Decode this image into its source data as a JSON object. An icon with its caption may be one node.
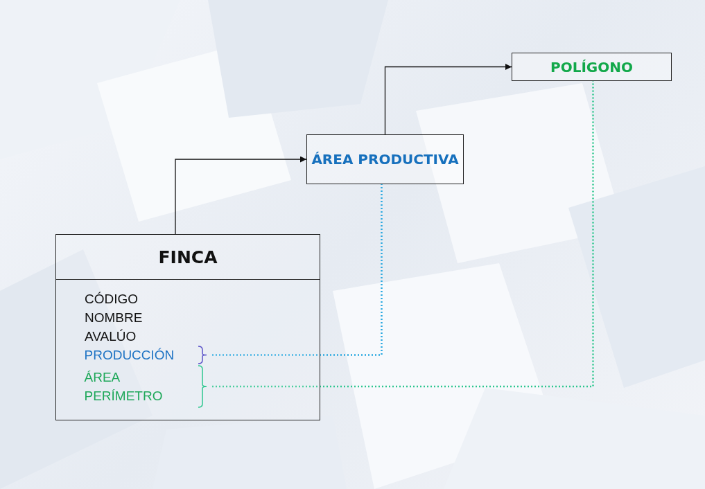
{
  "diagram": {
    "nodes": [
      {
        "text": [
          "FINCA",
          "CÓDIGO",
          "NOMBRE",
          "AVALÚO"
        ]
      },
      {
        "text": [
          "PRODUCCIÓN"
        ],
        "in": 0
      },
      {
        "text": [
          "ÁREA",
          "PERÍMETRO"
        ],
        "in": 0
      },
      {
        "text": [
          "ÁREA PRODUCTIVA"
        ]
      },
      {
        "text": [
          "POLÍGONO"
        ]
      }
    ],
    "edges": [
      {
        "from": 0,
        "to": 3,
        "arrow": "to"
      },
      {
        "from": 3,
        "to": 4,
        "arrow": "to"
      },
      {
        "from": 1,
        "to": 3,
        "arrow": "none",
        "style": "dashed",
        "color": "#29a8e0"
      },
      {
        "from": 2,
        "to": 4,
        "arrow": "none",
        "style": "dashed",
        "color": "#2cc68e"
      }
    ]
  }
}
